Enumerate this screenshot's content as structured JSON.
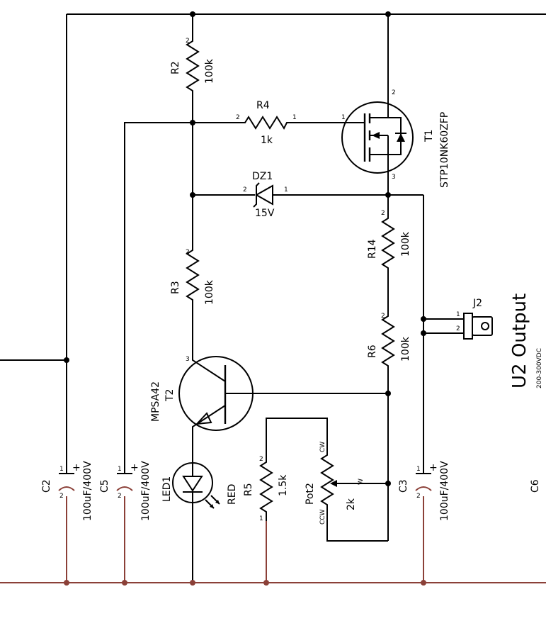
{
  "title": "U2 Output",
  "title_sub": "200-300VDC",
  "components": {
    "r2": {
      "ref": "R2",
      "value": "100k"
    },
    "r4": {
      "ref": "R4",
      "value": "1k"
    },
    "r3": {
      "ref": "R3",
      "value": "100k"
    },
    "r14": {
      "ref": "R14",
      "value": "100k"
    },
    "r6": {
      "ref": "R6",
      "value": "100k"
    },
    "r5": {
      "ref": "R5",
      "value": "1.5k"
    },
    "pot2": {
      "ref": "Pot2",
      "value": "2k",
      "cw": "CW",
      "ccw": "CCW",
      "wiper": "W"
    },
    "dz1": {
      "ref": "DZ1",
      "value": "15V"
    },
    "t1": {
      "ref": "T1",
      "part": "STP10NK60ZFP"
    },
    "t2": {
      "ref": "T2",
      "part": "MPSA42"
    },
    "led1": {
      "ref": "LED1",
      "value": "RED"
    },
    "j2": {
      "ref": "J2"
    },
    "c2": {
      "ref": "C2",
      "value": "100uF/400V"
    },
    "c5": {
      "ref": "C5",
      "value": "100uF/400V"
    },
    "c3": {
      "ref": "C3",
      "value": "100uF/400V"
    },
    "c6": {
      "ref": "C6"
    }
  },
  "pins": {
    "one": "1",
    "two": "2",
    "three": "3",
    "plus": "+"
  },
  "colors": {
    "wire": "#000000",
    "ground_rail": "#8b4038",
    "background": "#ffffff"
  }
}
